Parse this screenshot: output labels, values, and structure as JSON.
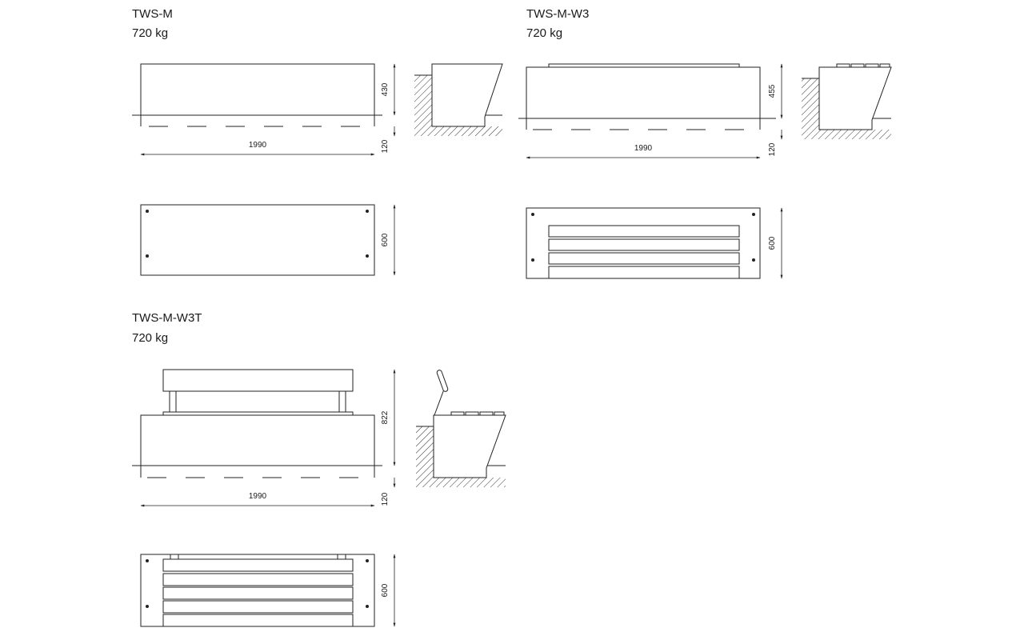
{
  "products": [
    {
      "name": "TWS-M",
      "weight": "720 kg",
      "dims": {
        "height": "430",
        "depth": "120",
        "length": "1990",
        "width": "600"
      }
    },
    {
      "name": "TWS-M-W3",
      "weight": "720 kg",
      "dims": {
        "height": "455",
        "depth": "120",
        "length": "1990",
        "width": "600"
      }
    },
    {
      "name": "TWS-M-W3T",
      "weight": "720 kg",
      "dims": {
        "height": "822",
        "depth": "120",
        "length": "1990",
        "width": "600"
      }
    }
  ]
}
